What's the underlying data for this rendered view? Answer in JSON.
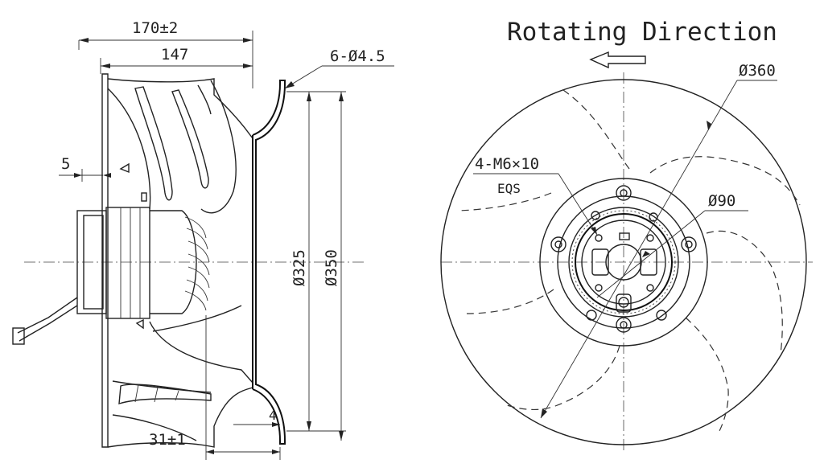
{
  "side_view": {
    "overall_length": "170±2",
    "body_length": "147",
    "offset": "5",
    "flange_thickness": "4",
    "inlet_height": "31±1",
    "mount_holes": "6-Ø4.5",
    "inner_diameter": "Ø325",
    "outer_diameter": "Ø350"
  },
  "front_view": {
    "title": "Rotating Direction",
    "impeller_diameter": "Ø360",
    "hub_diameter": "Ø90",
    "threads_line1": "4-M6×10",
    "threads_line2": "EQS"
  }
}
